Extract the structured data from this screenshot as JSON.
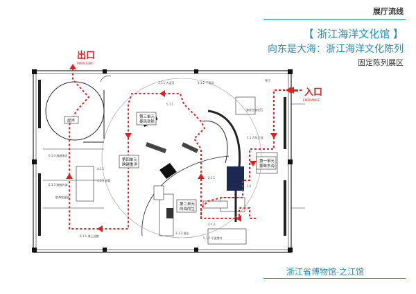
{
  "header": {
    "section": "展厅流线",
    "title": "【 浙江海洋文化馆 】",
    "subtitle": "向东是大海：浙江海洋文化陈列",
    "zone": "固定陈列展区"
  },
  "footer": {
    "museum": "浙江省博物馆-之江馆"
  },
  "entry_exit": {
    "exit_cn": "出口",
    "exit_en": "MAIN EXIT",
    "entry_cn": "入口",
    "entry_en": "ENTRANCE"
  },
  "units": {
    "unit1": {
      "label": "第一单元",
      "name": "蒙昧东海"
    },
    "unit2": {
      "label": "第二单元",
      "name": "向海而生"
    },
    "unit3": {
      "label": "第三单元",
      "name": "泰风劲航"
    },
    "unit4": {
      "label": "第四单元",
      "name": "跨越重洋"
    },
    "tail": "尾声"
  },
  "small_labels": [
    "序厅",
    "3.1.2 下西洋",
    "3.1.1 大运河",
    "5.1.1",
    "6.1.4 跨越海洋",
    "6.1.3 跨越内海",
    "1.1 万年之前",
    "1.2",
    "2.1.1",
    "2.1.2",
    "海洋生物化石",
    "航海发展史",
    "3.1.3 渔业",
    "4.1.1",
    "4.1.2 越窑",
    "5.1.2 宁波港口",
    "6.1.1 海上丝路"
  ],
  "colors": {
    "accent": "#1f8fb4",
    "route": "#e02020",
    "line": "#222222"
  }
}
